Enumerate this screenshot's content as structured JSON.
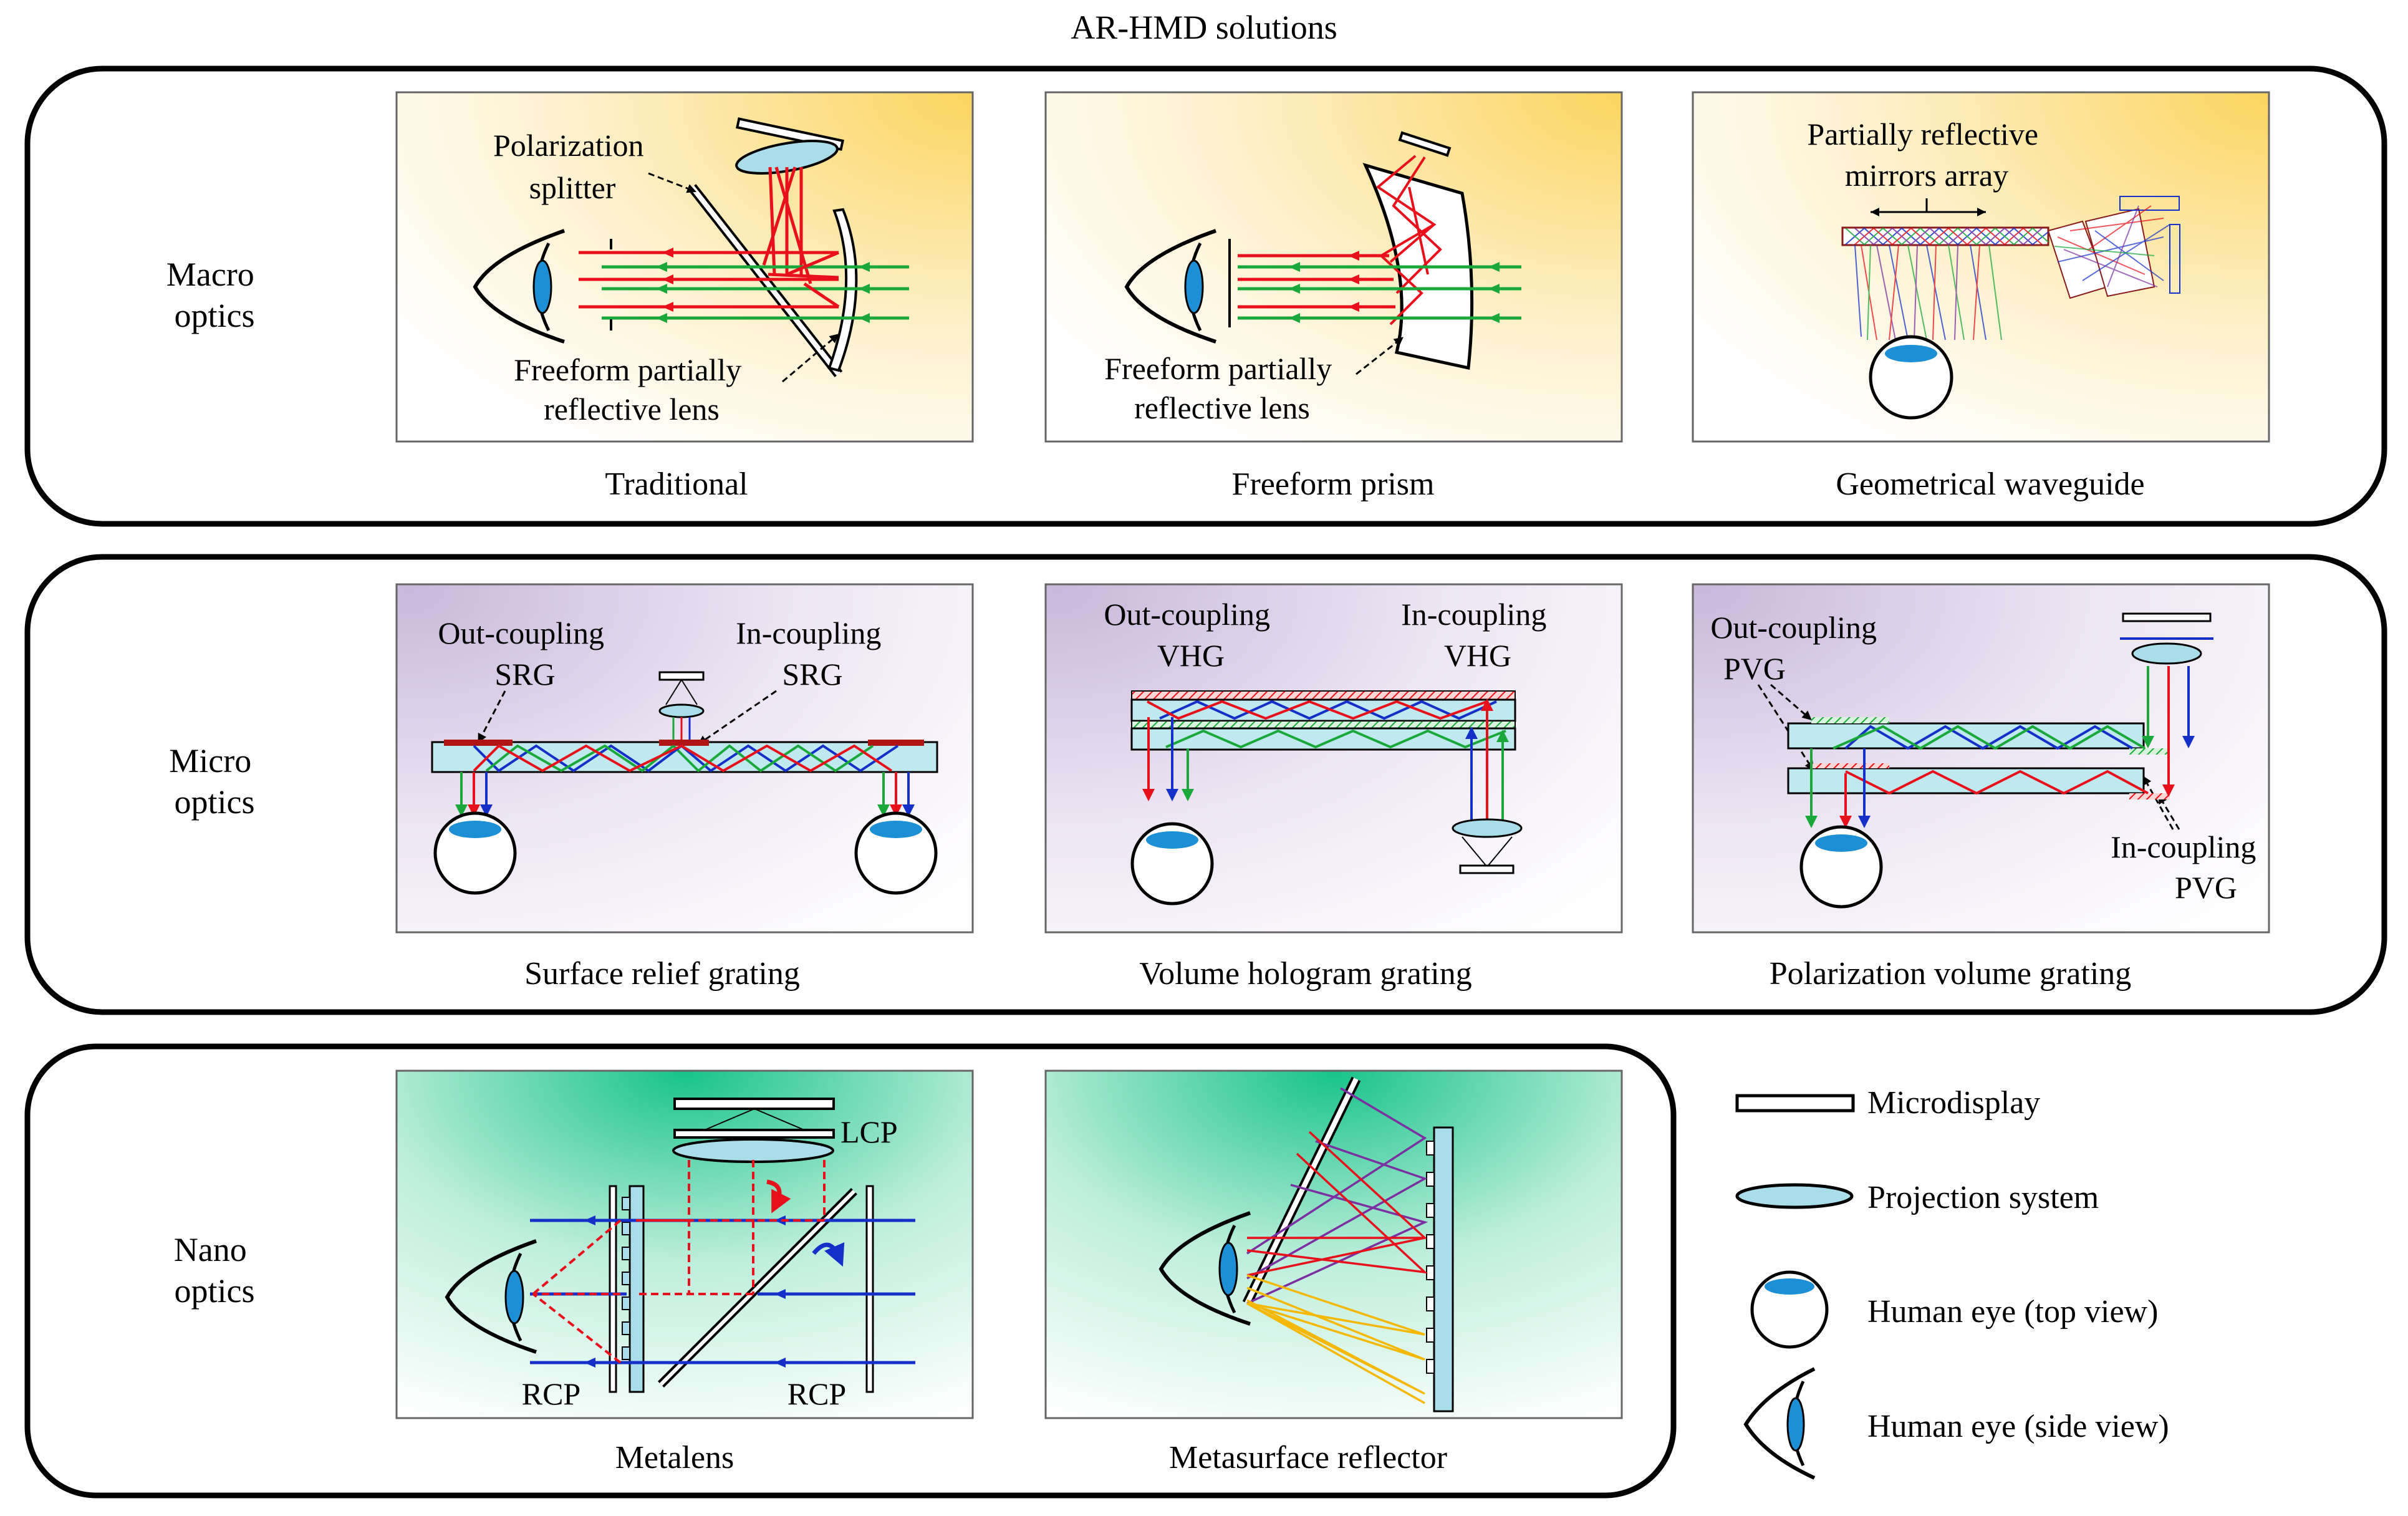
{
  "title": "AR-HMD solutions",
  "rows": [
    {
      "label_lines": [
        "Macro",
        "optics"
      ],
      "panels": [
        {
          "caption": "Traditional",
          "labels": {
            "polarization_splitter": [
              "Polarization",
              "splitter"
            ],
            "freeform_lens": [
              "Freeform partially",
              "reflective lens"
            ]
          }
        },
        {
          "caption": "Freeform prism",
          "labels": {
            "freeform_lens": [
              "Freeform partially",
              "reflective lens"
            ]
          }
        },
        {
          "caption": "Geometrical waveguide",
          "labels": {
            "mirrors_array": [
              "Partially reflective",
              "mirrors array"
            ]
          }
        }
      ]
    },
    {
      "label_lines": [
        "Micro",
        "optics"
      ],
      "panels": [
        {
          "caption": "Surface relief grating",
          "labels": {
            "out_coupling": [
              "Out-coupling",
              "SRG"
            ],
            "in_coupling": [
              "In-coupling",
              "SRG"
            ]
          }
        },
        {
          "caption": "Volume hologram grating",
          "labels": {
            "out_coupling": [
              "Out-coupling",
              "VHG"
            ],
            "in_coupling": [
              "In-coupling",
              "VHG"
            ]
          }
        },
        {
          "caption": "Polarization volume grating",
          "labels": {
            "out_coupling": [
              "Out-coupling",
              "PVG"
            ],
            "in_coupling": [
              "In-coupling",
              "PVG"
            ]
          }
        }
      ]
    },
    {
      "label_lines": [
        "Nano",
        "optics"
      ],
      "panels": [
        {
          "caption": "Metalens",
          "labels": {
            "lcp": "LCP",
            "rcp_left": "RCP",
            "rcp_right": "RCP"
          }
        },
        {
          "caption": "Metasurface reflector"
        }
      ]
    }
  ],
  "legend": [
    {
      "icon": "microdisplay-icon",
      "label": "Microdisplay"
    },
    {
      "icon": "projection-system-icon",
      "label": "Projection system"
    },
    {
      "icon": "eye-top-view-icon",
      "label": "Human eye (top view)"
    },
    {
      "icon": "eye-side-view-icon",
      "label": "Human eye (side view)"
    }
  ],
  "colors": {
    "red": "#e8101a",
    "green": "#1aa83a",
    "blue": "#1530c8",
    "purple": "#7b2fa0",
    "yellow": "#f5b800",
    "lens": "#a9dde9",
    "eye_pupil": "#1d8fd6",
    "macro_bg": "#fbd45e",
    "micro_bg": "#c9b8db",
    "nano_bg": "#17c38a"
  }
}
